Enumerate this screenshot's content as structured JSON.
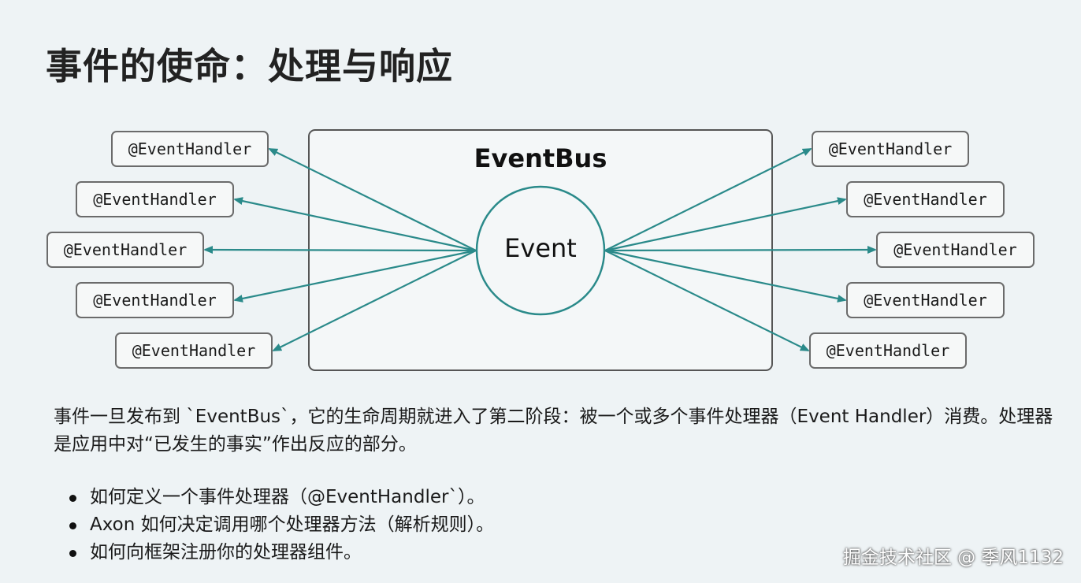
{
  "title": "事件的使命：处理与响应",
  "diagram": {
    "bus_label": "EventBus",
    "event_label": "Event",
    "handler_label": "@EventHandler",
    "arrow_color": "#2a8a8a"
  },
  "paragraph": "事件一旦发布到 `EventBus`，它的生命周期就进入了第二阶段：被一个或多个事件处理器（Event Handler）消费。处理器是应用中对“已发生的事实”作出反应的部分。",
  "bullets": [
    "如何定义一个事件处理器（@EventHandler`）。",
    "Axon 如何决定调用哪个处理器方法（解析规则）。",
    "如何向框架注册你的处理器组件。"
  ],
  "watermark": "掘金技术社区 @ 季风1132"
}
